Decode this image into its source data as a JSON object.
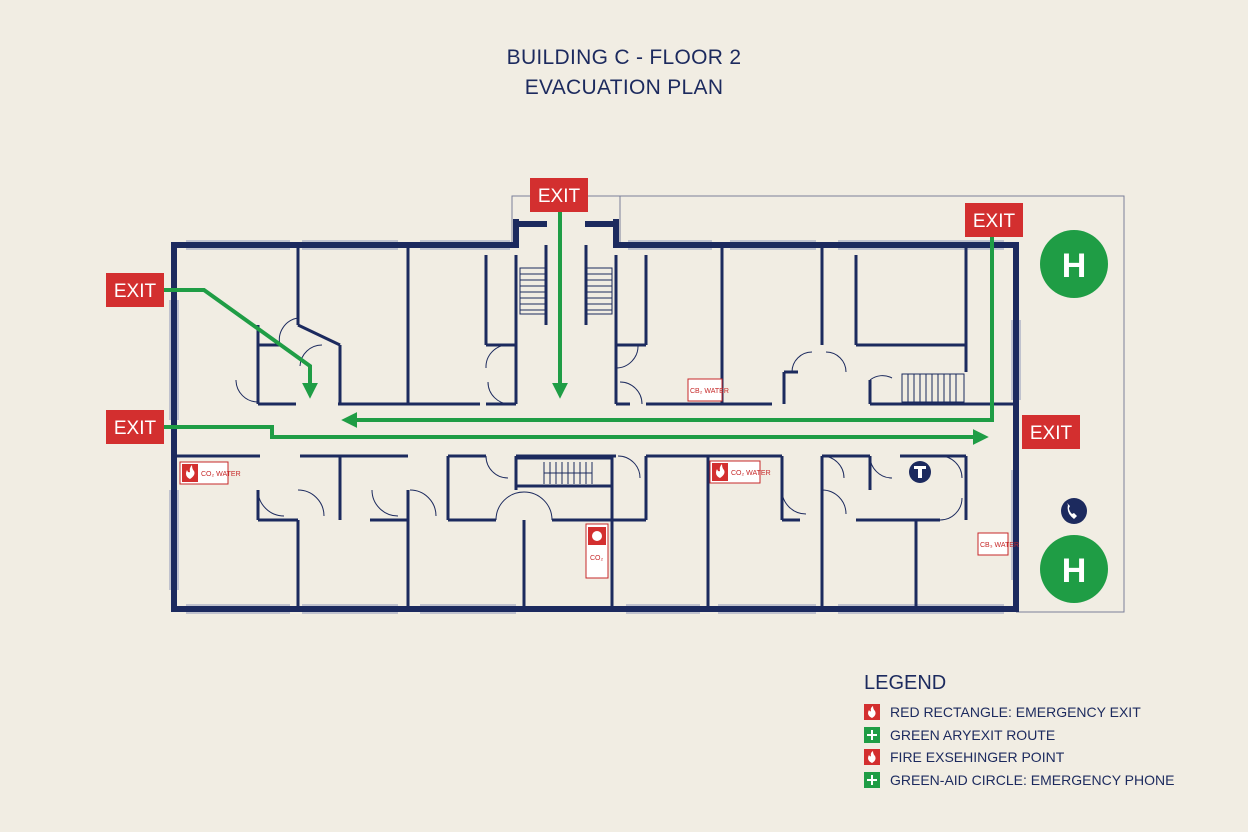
{
  "header": {
    "line1": "BUILDING C - FLOOR 2",
    "line2": "EVACUATION PLAN"
  },
  "exits": {
    "top": "EXIT",
    "top_right": "EXIT",
    "left_upper": "EXIT",
    "left_lower": "EXIT",
    "right": "EXIT"
  },
  "assembly_points": {
    "upper": "H",
    "lower": "H"
  },
  "extinguisher_tags": {
    "left": "CO₂ WATER",
    "center_left": "CB₂ WATER",
    "center": "CO₂ WATER",
    "stair": "CO₂",
    "right": "CB₃ WATER"
  },
  "legend": {
    "title": "LEGEND",
    "items": [
      {
        "icon": "fire-icon",
        "label": "RED RECTANGLE: EMERGENCY EXIT"
      },
      {
        "icon": "green-cross-icon",
        "label": "GREEN ARYEXIT ROUTE"
      },
      {
        "icon": "fire-icon",
        "label": "FIRE EXSEHINGER POINT"
      },
      {
        "icon": "green-cross-icon",
        "label": "GREEN-AID CIRCLE: EMERGENCY PHONE"
      }
    ]
  },
  "colors": {
    "wall": "#1c2a5e",
    "exit_red": "#d32f2f",
    "route_green": "#1f9d45",
    "background": "#f1ede3"
  }
}
